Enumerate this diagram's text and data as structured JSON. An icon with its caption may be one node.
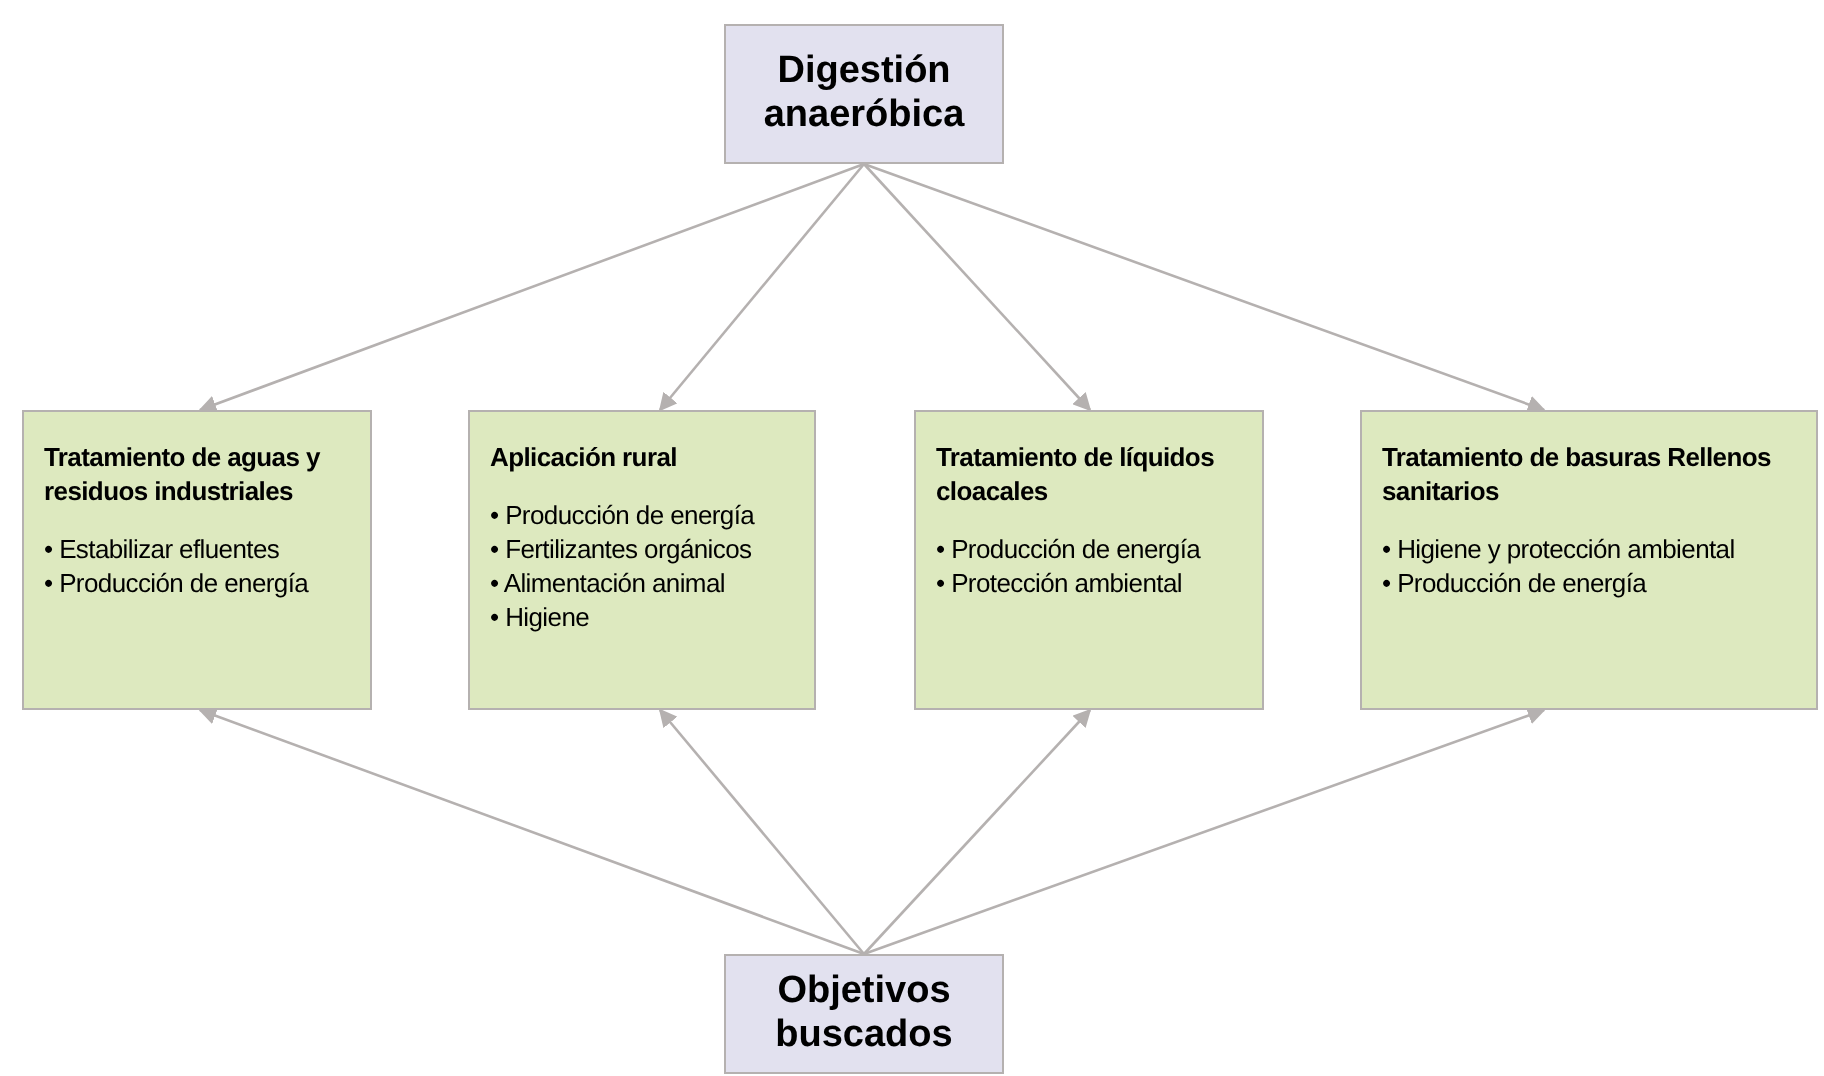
{
  "diagram": {
    "nodes": [
      {
        "text": [
          "Digestión anaeróbica"
        ]
      },
      {
        "text": [
          "Tratamiento de aguas y residuos industriales",
          "• Estabilizar efluentes",
          "• Producción de energía"
        ]
      },
      {
        "text": [
          "Aplicación rural",
          "• Producción de energía",
          "• Fertilizantes orgánicos",
          "• Alimentación animal",
          "• Higiene"
        ]
      },
      {
        "text": [
          "Tratamiento de líquidos cloacales",
          "• Producción de energía",
          "• Protección ambiental"
        ]
      },
      {
        "text": [
          "Tratamiento de basuras Rellenos sanitarios",
          "• Higiene y protección ambiental",
          "• Producción de energía"
        ]
      },
      {
        "text": [
          "Objetivos buscados"
        ]
      }
    ],
    "edges": [
      {
        "from": 0,
        "to": 1,
        "arrow": "to"
      },
      {
        "from": 0,
        "to": 2,
        "arrow": "to"
      },
      {
        "from": 0,
        "to": 3,
        "arrow": "to"
      },
      {
        "from": 0,
        "to": 4,
        "arrow": "to"
      },
      {
        "from": 5,
        "to": 1,
        "arrow": "to"
      },
      {
        "from": 5,
        "to": 2,
        "arrow": "to"
      },
      {
        "from": 5,
        "to": 3,
        "arrow": "to"
      },
      {
        "from": 5,
        "to": 4,
        "arrow": "to"
      }
    ]
  }
}
